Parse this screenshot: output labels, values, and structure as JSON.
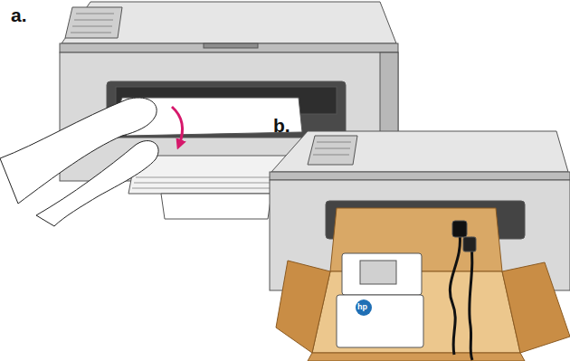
{
  "diagram": {
    "labels": [
      "a.",
      "b.",
      "hp"
    ]
  }
}
